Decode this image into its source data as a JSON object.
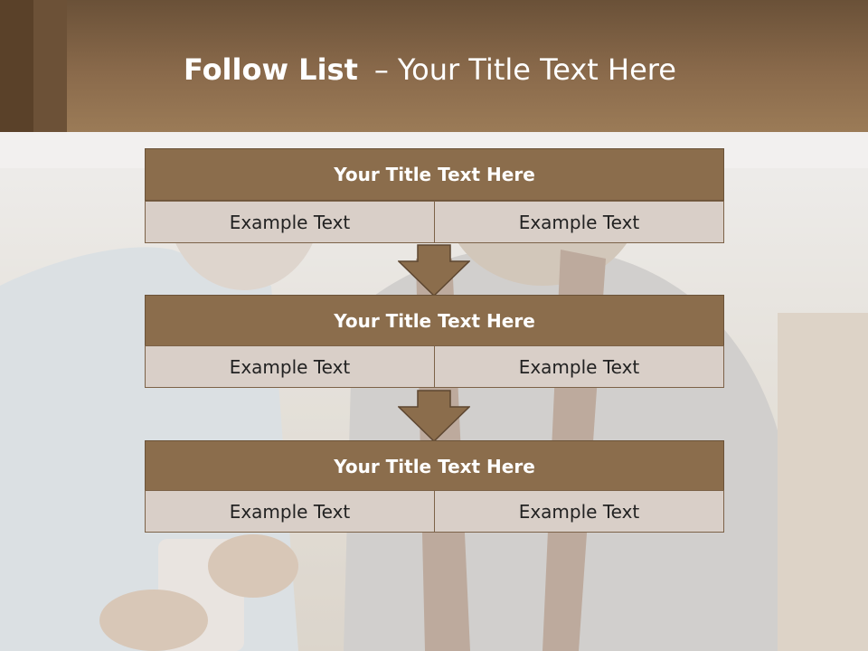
{
  "header": {
    "title_bold": "Follow List",
    "title_separator": "–",
    "title_rest": "Your Title Text Here"
  },
  "rows": [
    {
      "title": "Your Title Text Here",
      "left": "Example Text",
      "right": "Example Text"
    },
    {
      "title": "Your Title Text Here",
      "left": "Example Text",
      "right": "Example Text"
    },
    {
      "title": "Your Title Text Here",
      "left": "Example Text",
      "right": "Example Text"
    }
  ],
  "colors": {
    "header": "#8a6a4b",
    "row_title": "#8b6d4c",
    "row_cell": "#d9cfc8",
    "arrow": "#8b6d4c"
  }
}
